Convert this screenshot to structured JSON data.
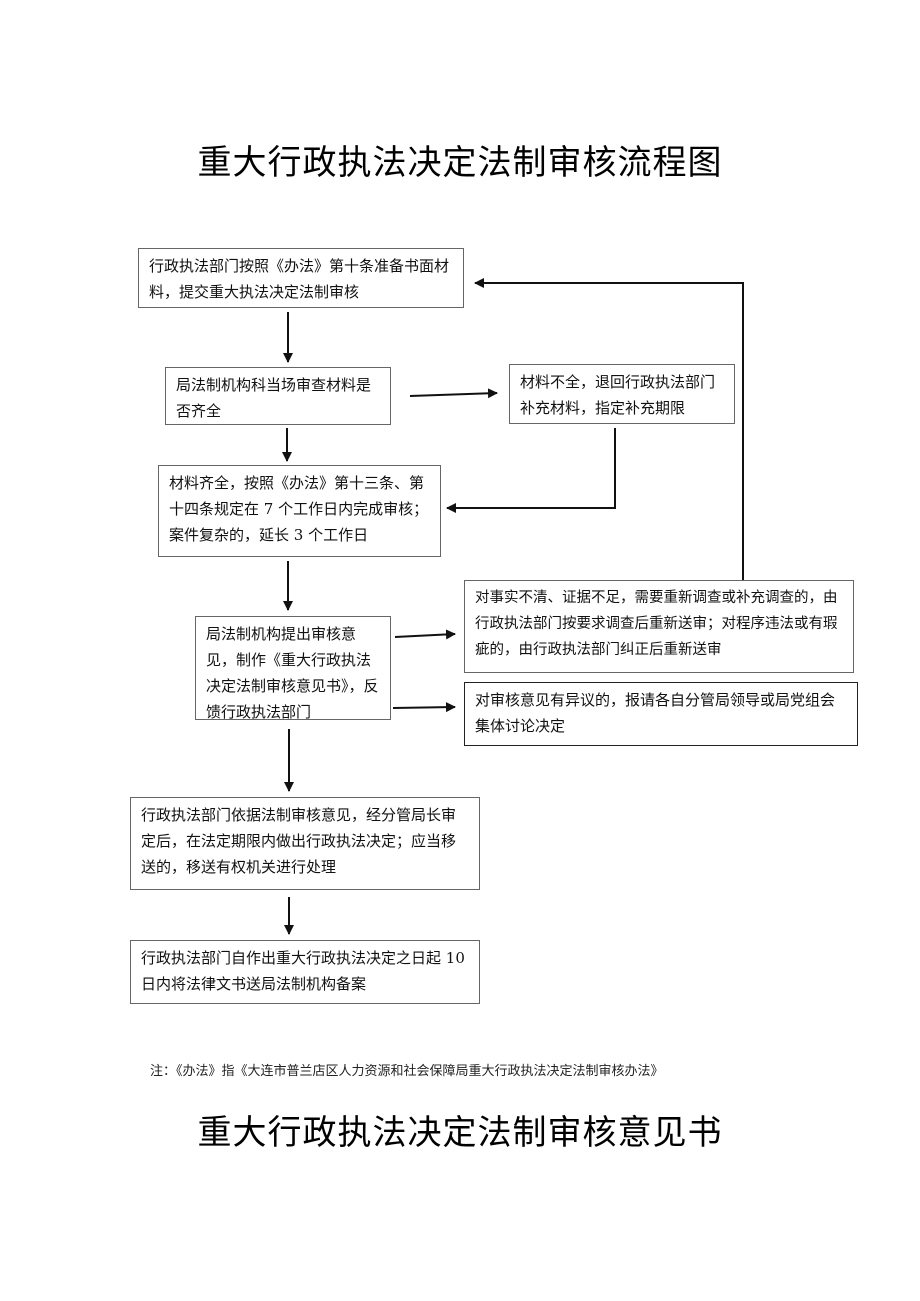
{
  "title": "重大行政执法决定法制审核流程图",
  "steps": {
    "step1": "行政执法部门按照《办法》第十条准备书面材料，提交重大执法决定法制审核",
    "step2": "局法制机构科当场审查材料是否齐全",
    "step2_side": "材料不全，退回行政执法部门补充材料，指定补充期限",
    "step3": "材料齐全，按照《办法》第十三条、第十四条规定在 7 个工作日内完成审核；案件复杂的，延长 3 个工作日",
    "step4": "局法制机构提出审核意见，制作《重大行政执法决定法制审核意见书》，反馈行政执法部门",
    "step4_side1": "对事实不清、证据不足，需要重新调查或补充调查的，由行政执法部门按要求调查后重新送审；对程序违法或有瑕疵的，由行政执法部门纠正后重新送审",
    "step4_side2": "对审核意见有异议的，报请各自分管局领导或局党组会集体讨论决定",
    "step5": "行政执法部门依据法制审核意见，经分管局长审定后，在法定期限内做出行政执法决定；应当移送的，移送有权机关进行处理",
    "step6": "行政执法部门自作出重大行政执法决定之日起 10 日内将法律文书送局法制机构备案"
  },
  "note": "注：《办法》指《大连市普兰店区人力资源和社会保障局重大行政执法决定法制审核办法》",
  "subtitle": "重大行政执法决定法制审核意见书"
}
